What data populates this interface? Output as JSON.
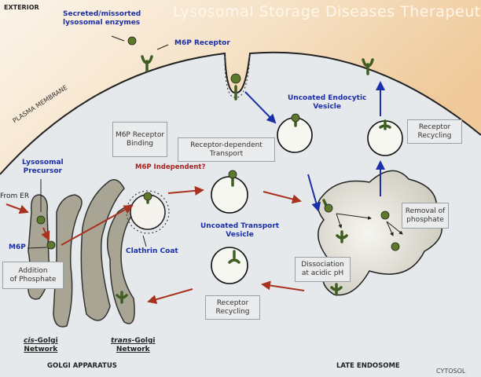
{
  "title": "Lysosomal Storage Diseases Therapeutics",
  "regions": {
    "exterior": "EXTERIOR",
    "plasma_membrane": "PLASMA MEMBRANE",
    "cytosol": "CYTOSOL",
    "golgi": "GOLGI APPARATUS",
    "late_endosome": "LATE ENDOSOME"
  },
  "labels": {
    "secreted": [
      "Secreted/missorted",
      "lysosomal enzymes"
    ],
    "m6p_receptor": "M6P Receptor",
    "uncoated_endocytic": [
      "Uncoated Endocytic",
      "Vesicle"
    ],
    "lysosomal_precursor": [
      "Lysosomal",
      "Precursor"
    ],
    "m6p_independent": "M6P Independent?",
    "from_er": "From ER",
    "m6p": "M6P",
    "clathrin_coat": "Clathrin Coat",
    "uncoated_transport": [
      "Uncoated Transport",
      "Vesicle"
    ],
    "cis_golgi": {
      "prefix": "cis",
      "suffix": "-Golgi",
      "line2": "Network"
    },
    "trans_golgi": {
      "prefix": "trans",
      "suffix": "-Golgi",
      "line2": "Network"
    }
  },
  "boxes": {
    "m6p_binding": [
      "M6P Receptor",
      "Binding"
    ],
    "receptor_dependent": [
      "Receptor-dependent",
      "Transport"
    ],
    "receptor_recycling_top": [
      "Receptor",
      "Recycling"
    ],
    "addition_phosphate": [
      "Addition",
      "of Phosphate"
    ],
    "removal_phosphate": [
      "Removal of",
      "phosphate"
    ],
    "dissociation": [
      "Dissociation",
      "at acidic pH"
    ],
    "receptor_recycling_bottom": [
      "Receptor",
      "Recycling"
    ]
  },
  "colors": {
    "exterior": "#f2d3a8",
    "cytosol": "#e6e9eb",
    "organelle": "#a9a594",
    "endosome": "#d8d6cc",
    "enzyme": "#5d7a2a",
    "receptor": "#3f5e22",
    "blue_arrow": "#1a2fa8",
    "red_arrow": "#a8321e",
    "blue_text": "#1a2fa8",
    "red_text": "#b01e1e"
  }
}
